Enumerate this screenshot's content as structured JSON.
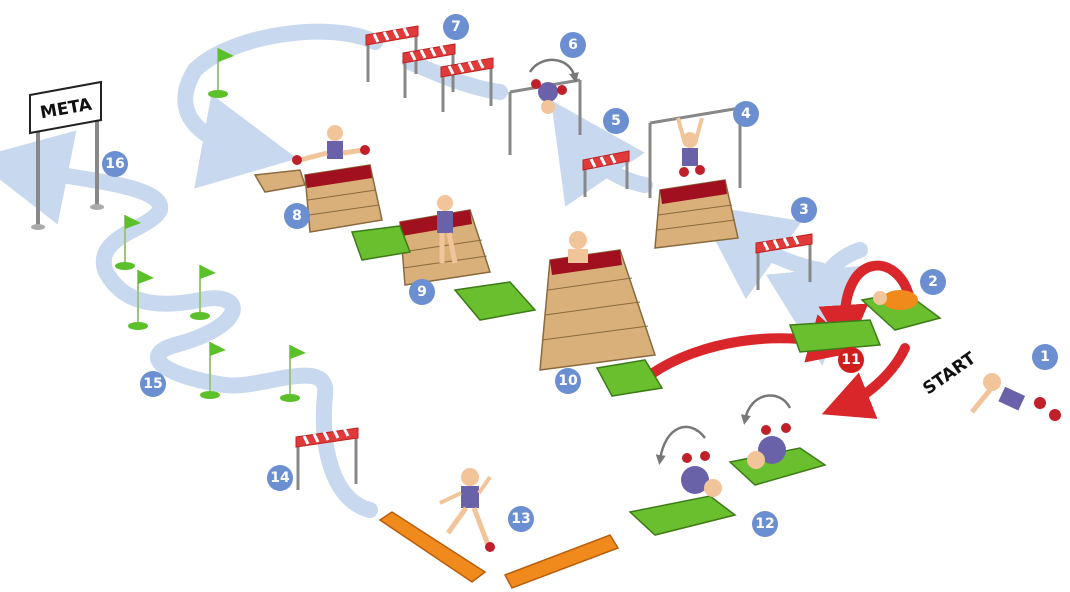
{
  "labels": {
    "finish": "META",
    "start": "START"
  },
  "stations": [
    "1",
    "2",
    "3",
    "4",
    "5",
    "6",
    "7",
    "8",
    "9",
    "10",
    "11",
    "12",
    "13",
    "14",
    "15",
    "16"
  ],
  "colors": {
    "marker_blue": "#6b8fd0",
    "marker_red": "#d01e1e",
    "path_blue": "#c8d8ee",
    "path_red": "#d8262a",
    "mat_green": "#6abf2e",
    "box_wood": "#d9b07a",
    "box_top": "#a0101e",
    "beam_orange": "#f08a1c",
    "flag_green": "#5cc02a",
    "athlete_shirt": "#6a62a8"
  }
}
